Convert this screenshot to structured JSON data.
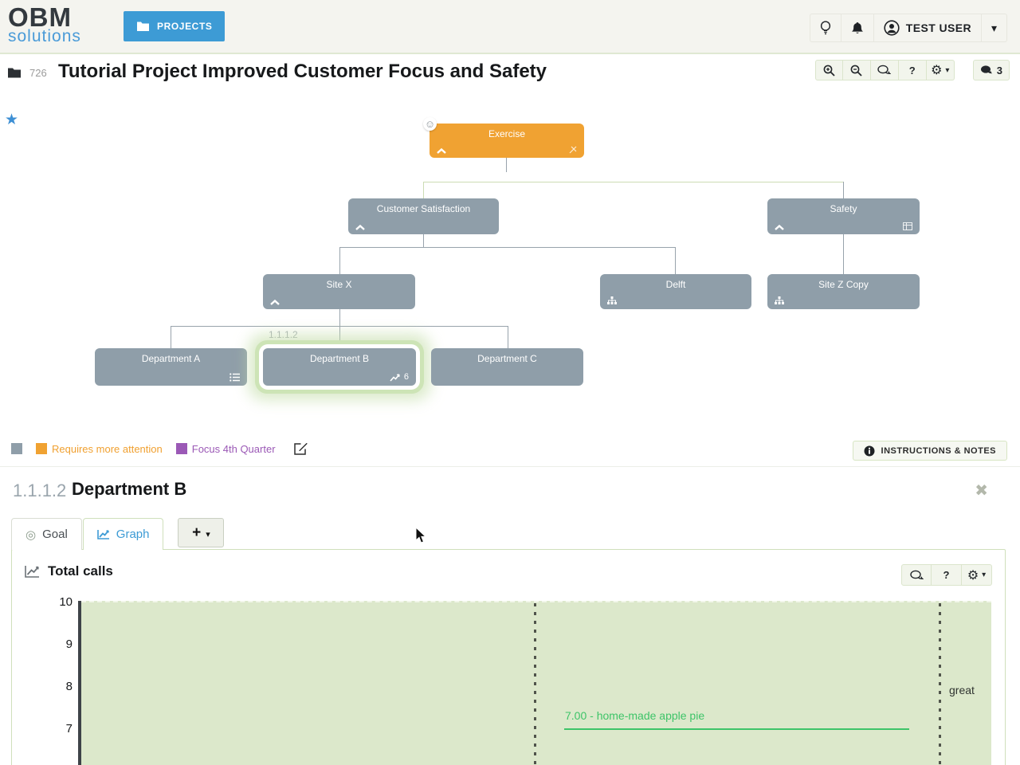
{
  "icons": {
    "star": "★",
    "smiley": "☺",
    "gear": "⚙",
    "caret": "▾",
    "question": "?",
    "plus": "+",
    "goal": "◎",
    "close": "✖"
  },
  "header": {
    "logo_line1": "OBM",
    "logo_line2": "solutions",
    "projects_label": "PROJECTS",
    "user_name": "TEST USER"
  },
  "title_bar": {
    "project_id": "726",
    "title": "Tutorial Project Improved Customer Focus and Safety",
    "comments_count": "3"
  },
  "tree": {
    "breadcrumb_label": "1.1.1.2",
    "nodes": [
      {
        "label": "Exercise"
      },
      {
        "label": "Customer Satisfaction"
      },
      {
        "label": "Safety"
      },
      {
        "label": "Site X"
      },
      {
        "label": "Delft"
      },
      {
        "label": "Site Z Copy"
      },
      {
        "label": "Department A"
      },
      {
        "label": "Department B",
        "graph_count": "6"
      },
      {
        "label": "Department C"
      }
    ]
  },
  "legend": {
    "swatch_default_color": "#8f9ea9",
    "items": [
      {
        "label": "Requires more attention",
        "color": "#f0a232",
        "text_color": "#f0a030"
      },
      {
        "label": "Focus 4th Quarter",
        "color": "#9b59b6",
        "text_color": "#9b59b6"
      }
    ],
    "instructions_label": "INSTRUCTIONS & NOTES"
  },
  "detail": {
    "code": "1.1.1.2",
    "name": "Department B",
    "tabs": [
      {
        "label": "Goal"
      },
      {
        "label": "Graph"
      }
    ]
  },
  "graph_panel": {
    "title": "Total calls",
    "y_ticks": [
      "10",
      "9",
      "8",
      "7"
    ],
    "annotation": "7.00 - home-made apple pie",
    "zone_label": "great",
    "accent_green": "#3ec468",
    "plot_bg": "#dce8cb"
  },
  "chart_data": {
    "type": "line",
    "title": "Total calls",
    "ylim_visible": [
      7,
      10
    ],
    "y_ticks_visible": [
      10,
      9,
      8,
      7
    ],
    "series": [],
    "annotations": [
      {
        "y": 7.0,
        "label": "7.00 - home-made apple pie"
      }
    ],
    "zone_labels": [
      {
        "label": "great"
      }
    ],
    "grid": "two dotted vertical guides"
  }
}
